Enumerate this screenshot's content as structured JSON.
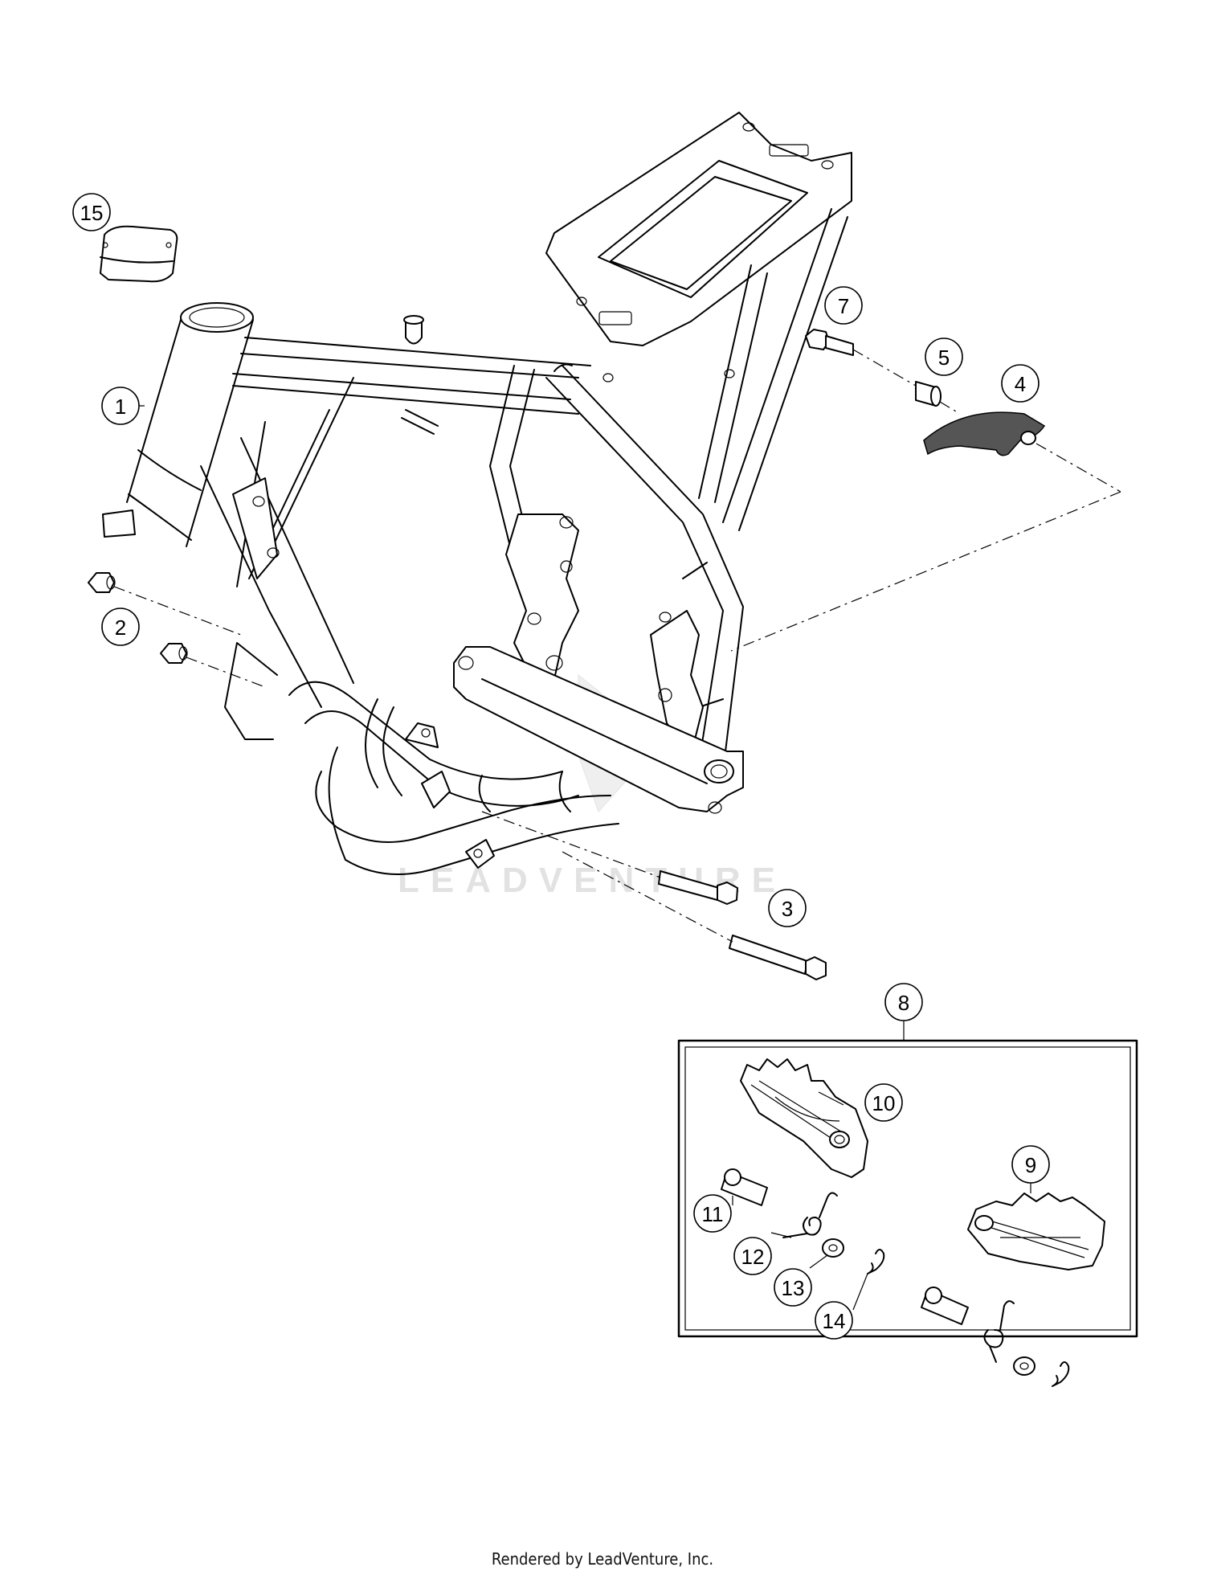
{
  "watermark": "LEADVENTURE",
  "footer": "Rendered by LeadVenture, Inc.",
  "callouts": [
    "1",
    "2",
    "3",
    "4",
    "5",
    "7",
    "8",
    "9",
    "10",
    "11",
    "12",
    "13",
    "14",
    "15"
  ]
}
